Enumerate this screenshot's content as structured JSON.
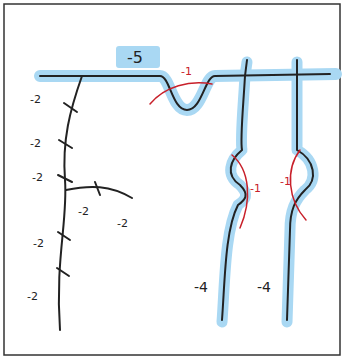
{
  "diagram": {
    "labels": [
      "-5",
      "-1",
      "-2",
      "-2",
      "-2",
      "-2",
      "-2",
      "-2",
      "-2",
      "-1",
      "-1",
      "-4",
      "-4"
    ]
  }
}
